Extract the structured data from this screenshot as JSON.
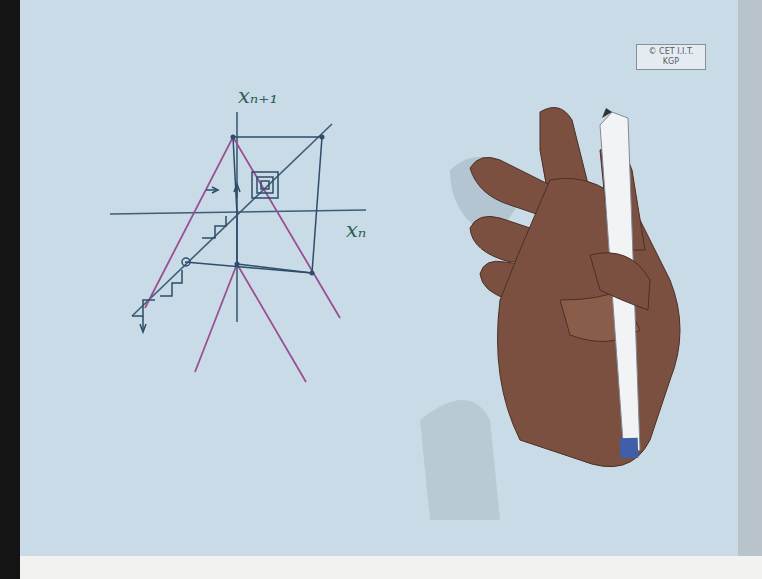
{
  "diagram": {
    "nodes": [
      {
        "text": [
          "© CET I.I.T. KGP"
        ]
      }
    ],
    "labels": [
      "xₙ₊₁",
      "xₙ"
    ]
  }
}
